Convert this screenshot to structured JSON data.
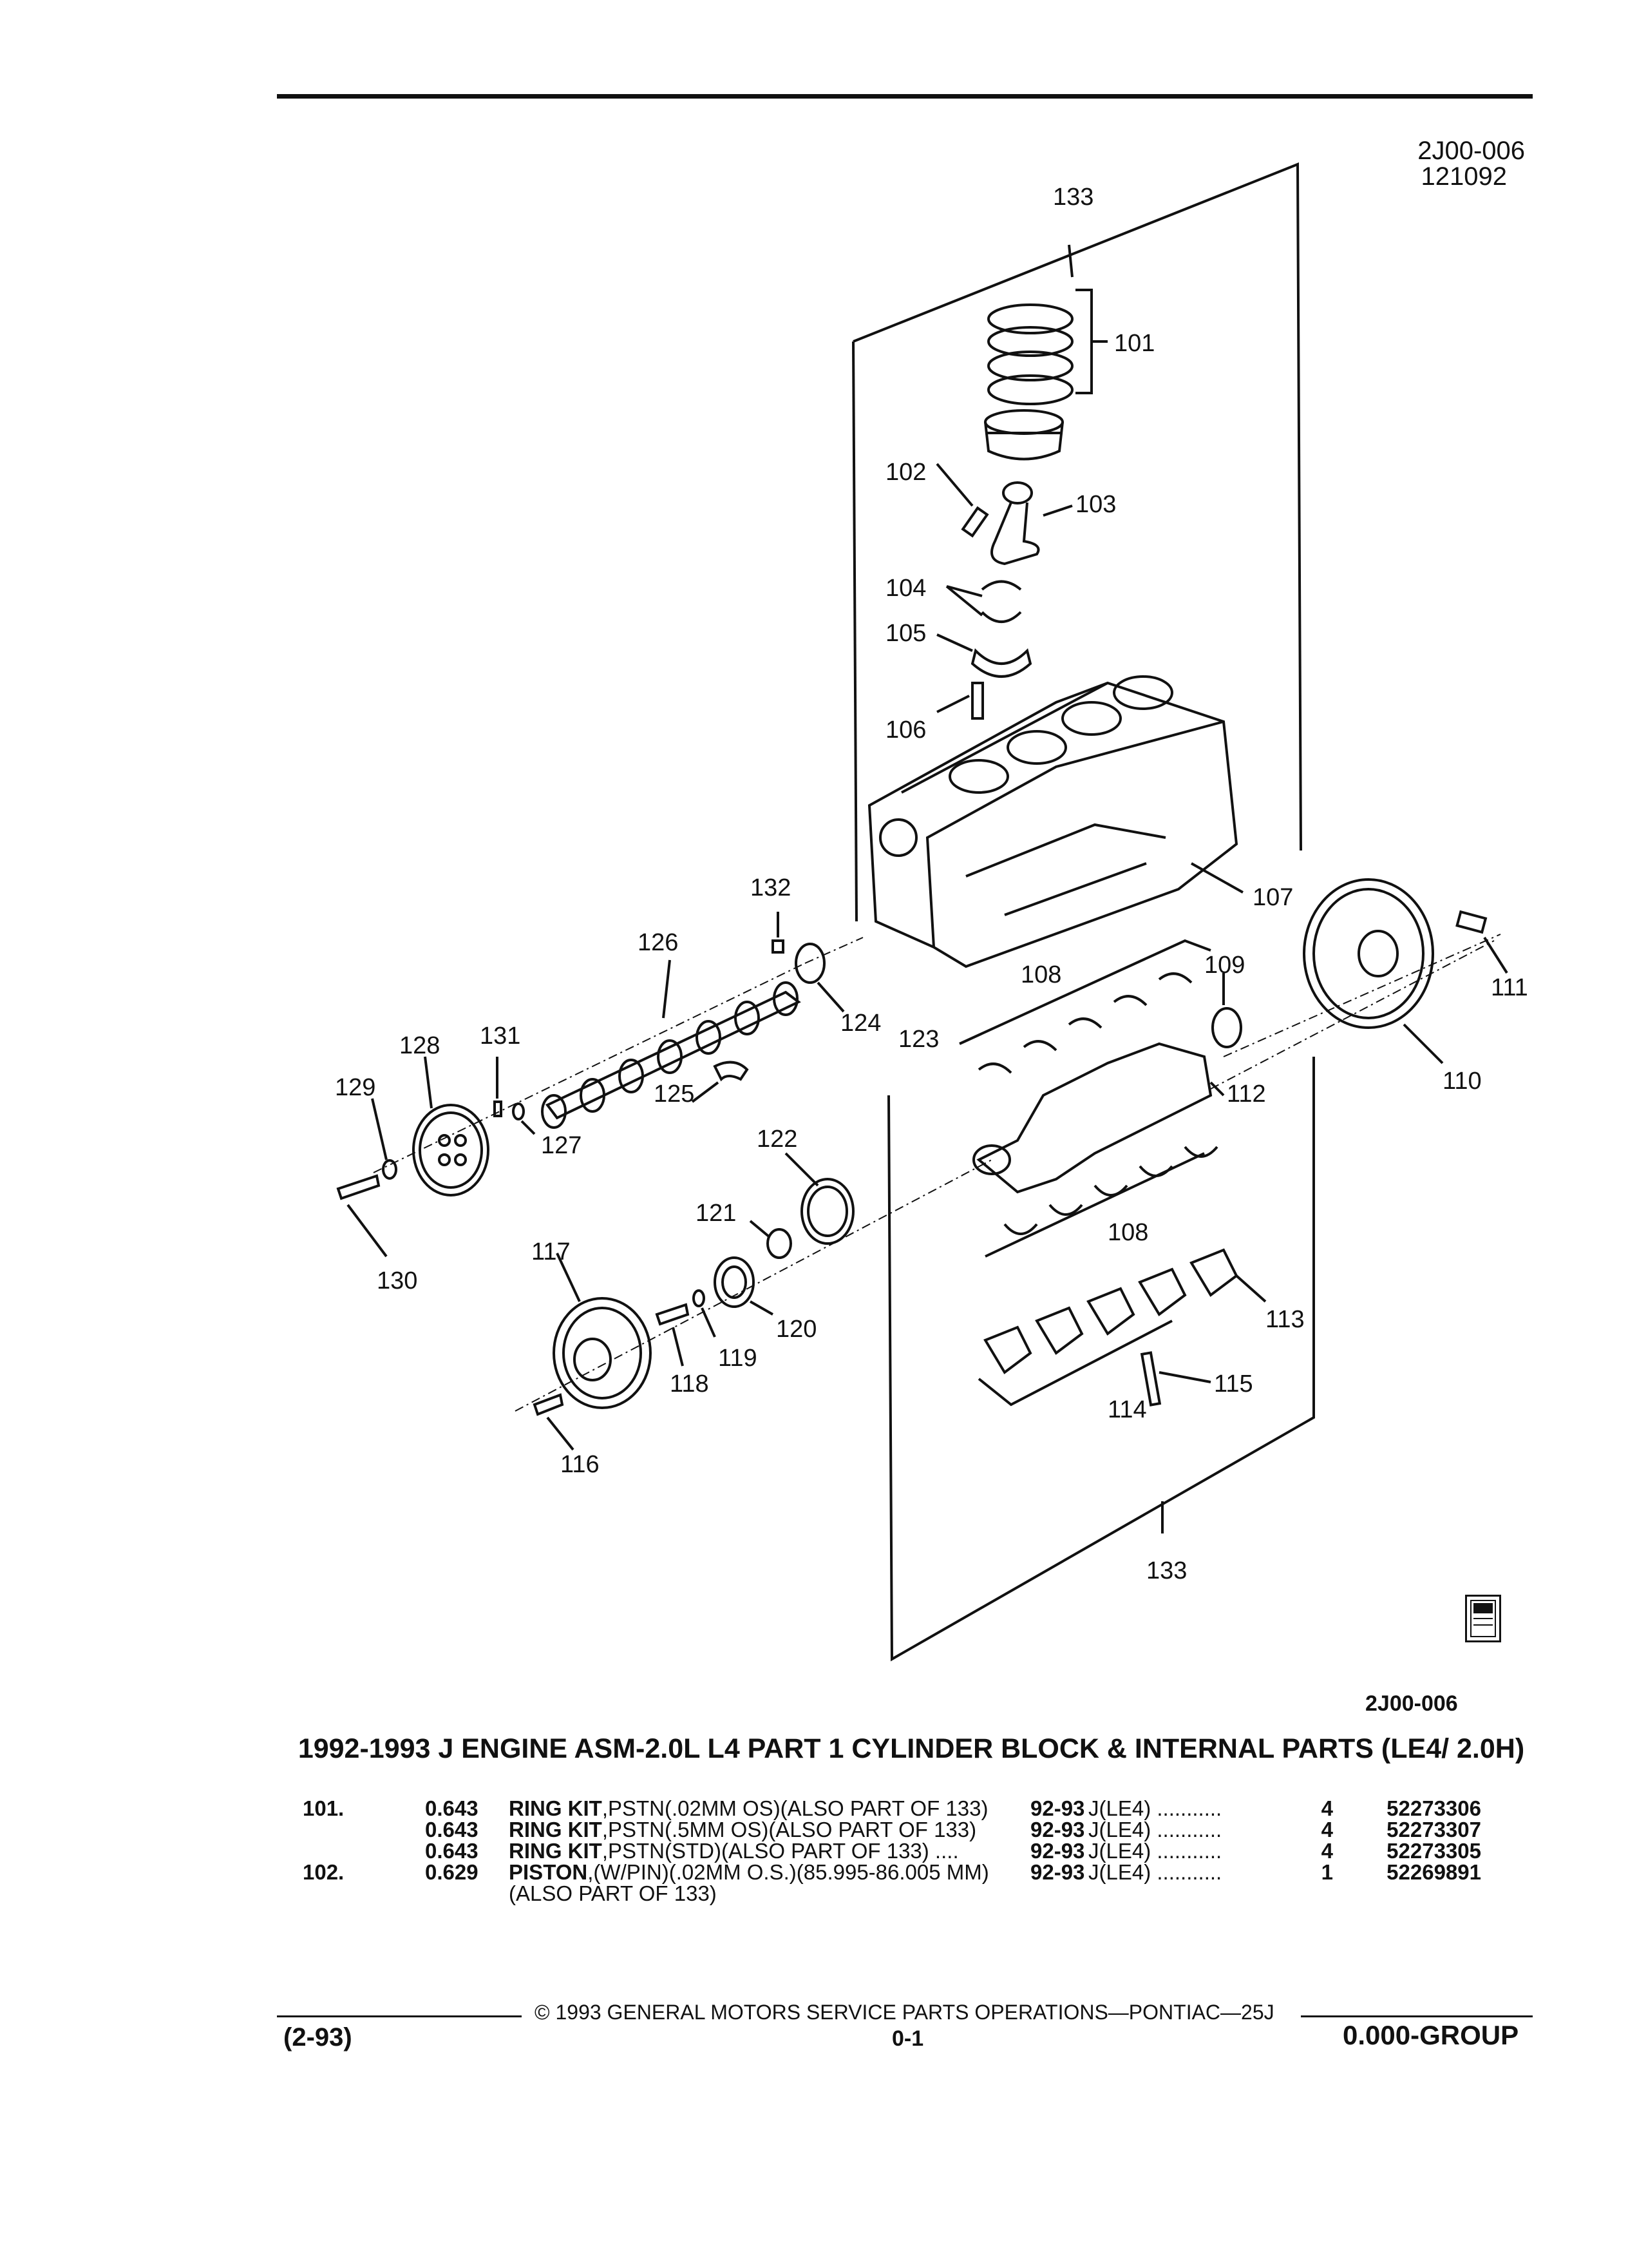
{
  "header": {
    "ref_code": "2J00-006",
    "ref_date": "121092"
  },
  "diagram": {
    "callouts": [
      "133",
      "101",
      "102",
      "103",
      "104",
      "105",
      "106",
      "107",
      "132",
      "126",
      "124",
      "108",
      "109",
      "111",
      "110",
      "128",
      "131",
      "129",
      "123",
      "125",
      "127",
      "112",
      "122",
      "121",
      "130",
      "117",
      "120",
      "119",
      "118",
      "113",
      "115",
      "114",
      "116"
    ],
    "logo_text": "gm spo"
  },
  "figure_id": "2J00-006",
  "title": "1992-1993 J ENGINE ASM-2.0L L4 PART 1 CYLINDER BLOCK & INTERNAL PARTS (LE4/ 2.0H)",
  "parts": [
    {
      "item": "101.",
      "ill": "0.643",
      "name": "RING KIT",
      "desc": ",PSTN(.02MM OS)(ALSO PART OF 133)",
      "years": "92-93",
      "model": "J(LE4) ...........",
      "qty": "4",
      "pn": "52273306"
    },
    {
      "item": "",
      "ill": "0.643",
      "name": "RING KIT",
      "desc": ",PSTN(.5MM OS)(ALSO PART OF 133)",
      "years": "92-93",
      "model": "J(LE4) ...........",
      "qty": "4",
      "pn": "52273307"
    },
    {
      "item": "",
      "ill": "0.643",
      "name": "RING KIT",
      "desc": ",PSTN(STD)(ALSO PART OF 133) ....",
      "years": "92-93",
      "model": "J(LE4) ...........",
      "qty": "4",
      "pn": "52273305"
    },
    {
      "item": "102.",
      "ill": "0.629",
      "name": "PISTON",
      "desc": ",(W/PIN)(.02MM O.S.)(85.995-86.005 MM)(ALSO PART OF 133)",
      "years": "92-93",
      "model": "J(LE4) ...........",
      "qty": "1",
      "pn": "52269891"
    }
  ],
  "footer": {
    "copyright": "© 1993 GENERAL MOTORS SERVICE PARTS OPERATIONS—PONTIAC—25J",
    "date_code": "(2-93)",
    "page": "0-1",
    "group": "0.000-GROUP"
  }
}
